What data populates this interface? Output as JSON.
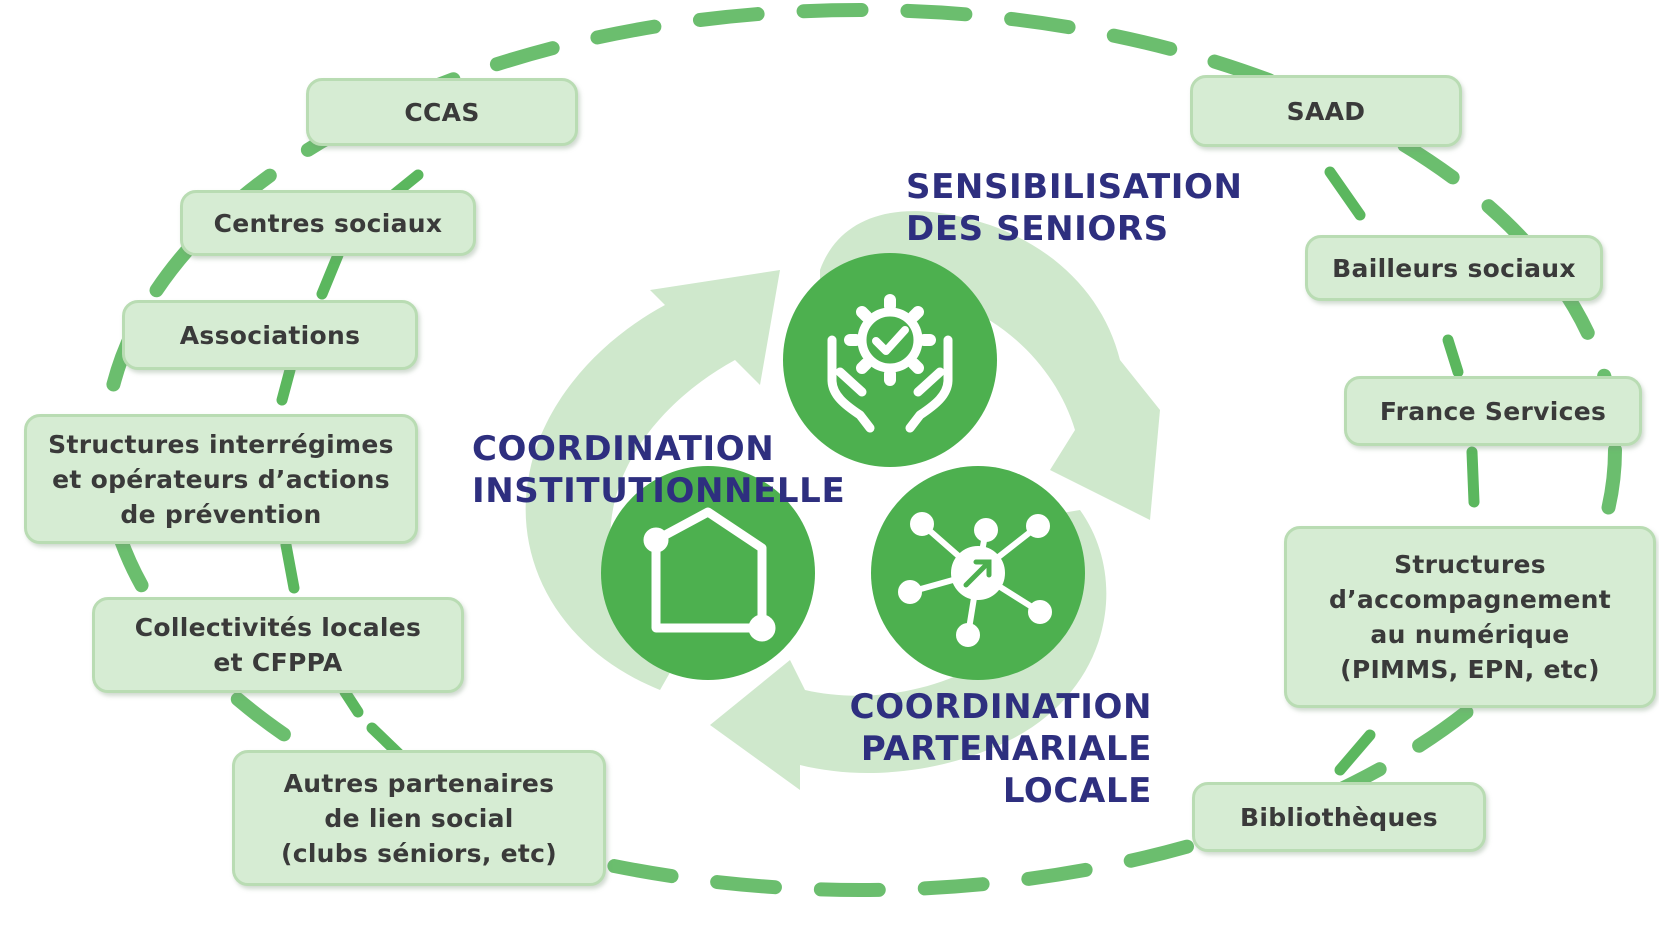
{
  "colors": {
    "dash": "#5bb75e",
    "partner_fill": "#d6ecd3",
    "arrow_fill": "#cfe8cc",
    "icon_circle": "#4db04f",
    "label_text": "#2e2f7f"
  },
  "partners_left": [
    {
      "id": "ccas",
      "label": "CCAS"
    },
    {
      "id": "centres-sociaux",
      "label": "Centres sociaux"
    },
    {
      "id": "associations",
      "label": "Associations"
    },
    {
      "id": "structures-interregimes",
      "label": "Structures interrégimes\net opérateurs d’actions\nde prévention"
    },
    {
      "id": "collectivites-locales",
      "label": "Collectivités locales\net CFPPA"
    },
    {
      "id": "autres-partenaires",
      "label": "Autres partenaires\nde lien social\n(clubs séniors, etc)"
    }
  ],
  "partners_right": [
    {
      "id": "saad",
      "label": "SAAD"
    },
    {
      "id": "bailleurs-sociaux",
      "label": "Bailleurs sociaux"
    },
    {
      "id": "france-services",
      "label": "France Services"
    },
    {
      "id": "structures-numerique",
      "label": "Structures\nd’accompagnement\nau numérique\n(PIMMS, EPN, etc)"
    },
    {
      "id": "bibliotheques",
      "label": "Bibliothèques"
    }
  ],
  "center": {
    "sensibilisation": {
      "label": "SENSIBILISATION\nDES SENIORS",
      "icon": "hands-gear-check-icon"
    },
    "institutionnelle": {
      "label": "COORDINATION\nINSTITUTIONNELLE",
      "icon": "house-nodes-icon"
    },
    "partenariale": {
      "label": "COORDINATION\nPARTENARIALE\nLOCALE",
      "icon": "network-hub-icon"
    }
  }
}
